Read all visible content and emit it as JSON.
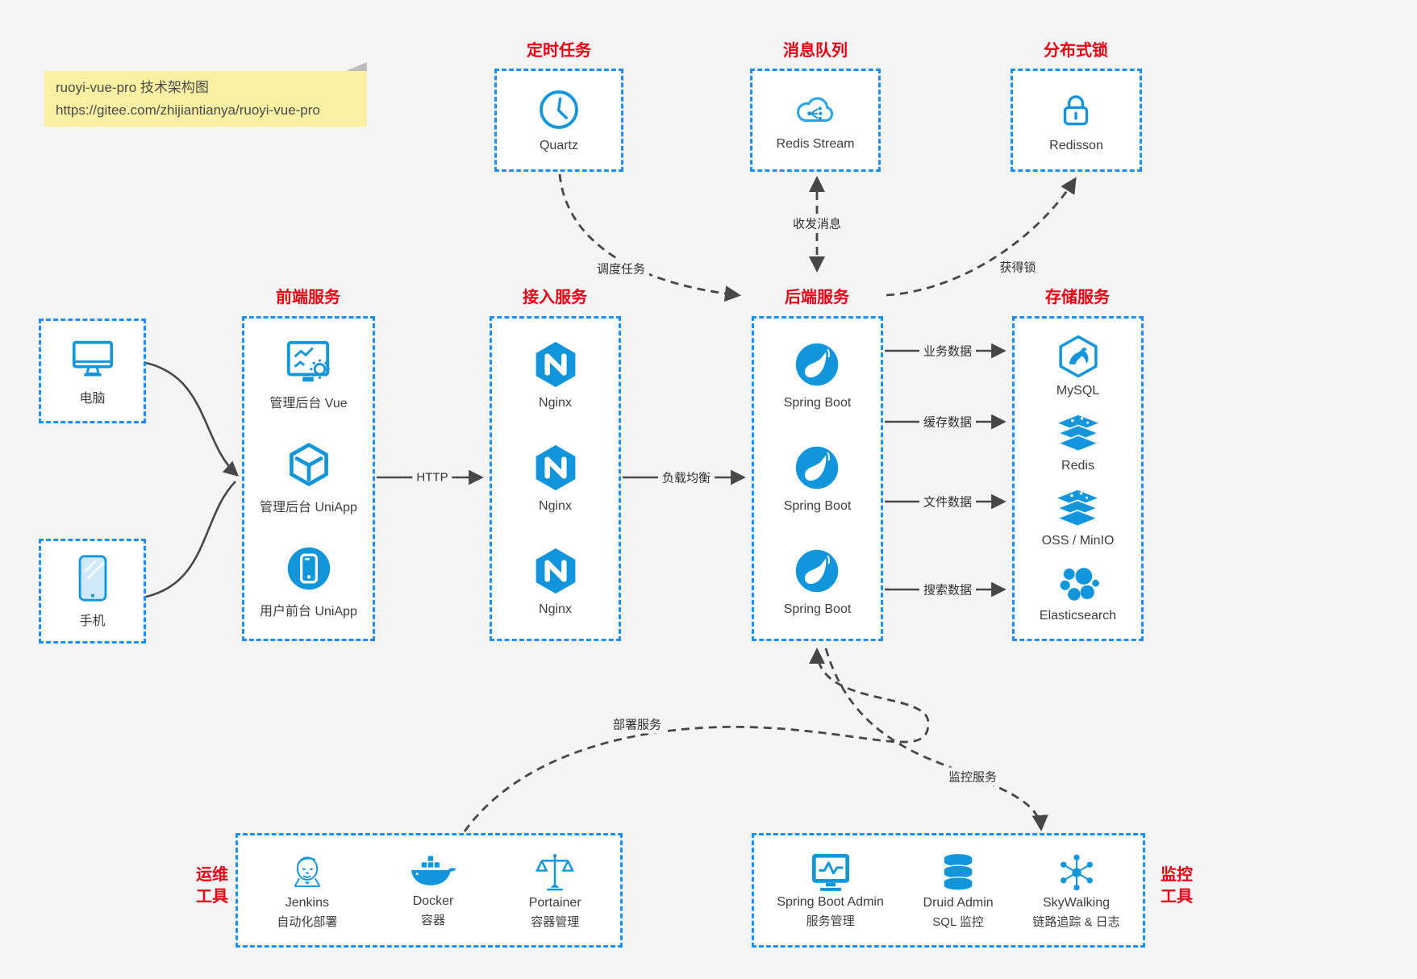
{
  "note": {
    "line1": "ruoyi-vue-pro 技术架构图",
    "line2": "https://gitee.com/zhijiantianya/ruoyi-vue-pro"
  },
  "colors": {
    "accent_blue": "#1890ff",
    "icon_blue": "#1296db",
    "title_red": "#e60012",
    "arrow_gray": "#474747",
    "background": "#f5f5f6",
    "note_yellow": "#faf0a3"
  },
  "top_groups": {
    "scheduled_task": {
      "title": "定时任务",
      "item": "Quartz"
    },
    "message_queue": {
      "title": "消息队列",
      "item": "Redis Stream"
    },
    "distributed_lock": {
      "title": "分布式锁",
      "item": "Redisson"
    }
  },
  "clients": {
    "computer": "电脑",
    "phone": "手机"
  },
  "columns": {
    "frontend": {
      "title": "前端服务",
      "items": [
        "管理后台 Vue",
        "管理后台 UniApp",
        "用户前台 UniApp"
      ]
    },
    "access": {
      "title": "接入服务",
      "items": [
        "Nginx",
        "Nginx",
        "Nginx"
      ]
    },
    "backend": {
      "title": "后端服务",
      "items": [
        "Spring Boot",
        "Spring Boot",
        "Spring Boot"
      ]
    },
    "storage": {
      "title": "存储服务",
      "items": [
        "MySQL",
        "Redis",
        "OSS / MinIO",
        "Elasticsearch"
      ]
    }
  },
  "bottom_groups": {
    "ops": {
      "side_label_line1": "运维",
      "side_label_line2": "工具",
      "items": [
        {
          "name": "Jenkins",
          "desc": "自动化部署"
        },
        {
          "name": "Docker",
          "desc": "容器"
        },
        {
          "name": "Portainer",
          "desc": "容器管理"
        }
      ]
    },
    "monitoring": {
      "side_label_line1": "监控",
      "side_label_line2": "工具",
      "items": [
        {
          "name": "Spring Boot Admin",
          "desc": "服务管理"
        },
        {
          "name": "Druid Admin",
          "desc": "SQL 监控"
        },
        {
          "name": "SkyWalking",
          "desc": "链路追踪 & 日志"
        }
      ]
    }
  },
  "edge_labels": {
    "http": "HTTP",
    "load_balance": "负载均衡",
    "business_data": "业务数据",
    "cache_data": "缓存数据",
    "file_data": "文件数据",
    "search_data": "搜索数据",
    "schedule_task": "调度任务",
    "msg": "收发消息",
    "acquire_lock": "获得锁",
    "deploy": "部署服务",
    "monitor": "监控服务"
  }
}
